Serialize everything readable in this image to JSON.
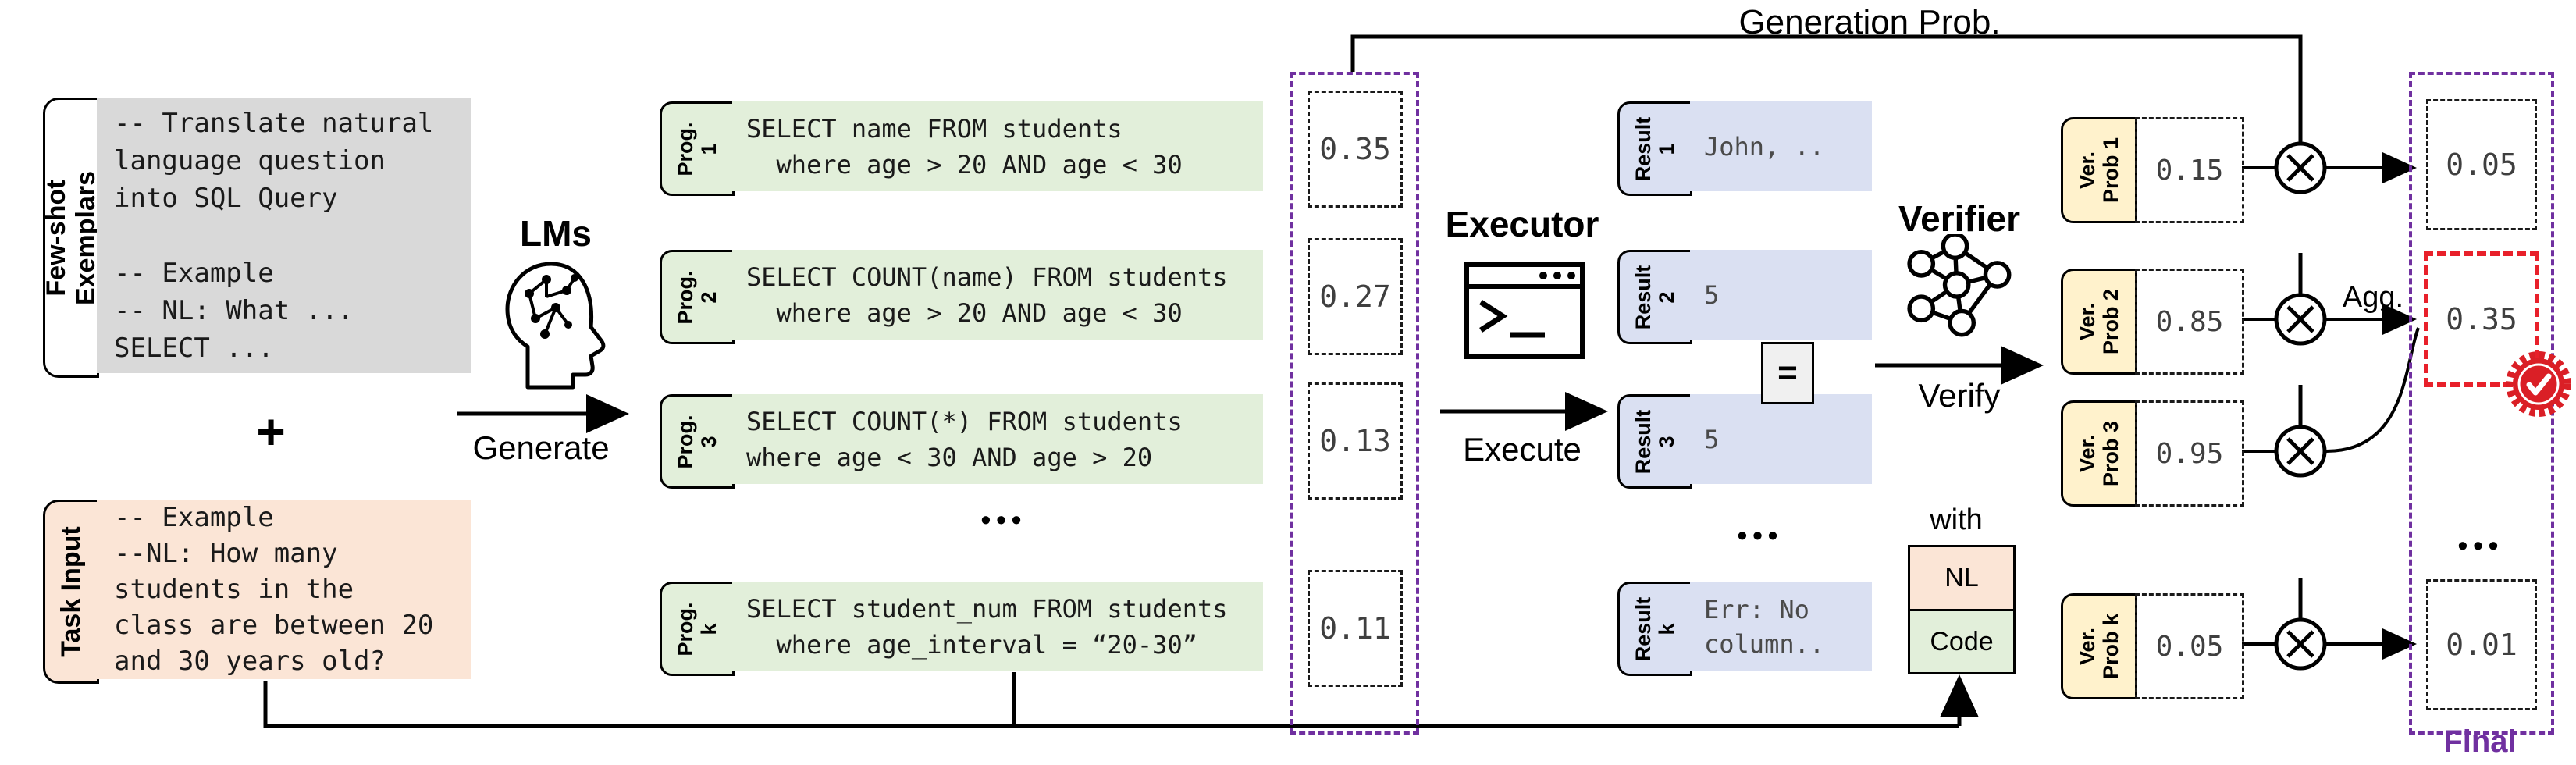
{
  "colors": {
    "purple_accent": "#7030a0",
    "red_highlight": "#e8202a",
    "exemplar_gray": "#d9d9d9",
    "task_peach": "#fbe5d6",
    "program_green": "#e2efda",
    "result_lavender": "#dae0f2",
    "verifier_yellow": "#fff2cc"
  },
  "top": {
    "generation_prob_label": "Generation Prob.",
    "agg_label": "Agg.",
    "final_score_label": "Final Score"
  },
  "exemplars": {
    "tab": "Few-shot\nExemplars",
    "text": "-- Translate natural\nlanguage question\ninto SQL Query\n\n-- Example\n-- NL: What ...\nSELECT ..."
  },
  "plus_sign": "+",
  "task_input": {
    "tab": "Task Input",
    "text": "-- Example\n--NL: How many\nstudents in the\nclass are between 20\nand 30 years old?"
  },
  "lms": {
    "title": "LMs",
    "action": "Generate"
  },
  "executor": {
    "title": "Executor",
    "action": "Execute"
  },
  "verifier": {
    "title": "Verifier",
    "action": "Verify",
    "with_label": "with",
    "nl_label": "NL",
    "code_label": "Code"
  },
  "programs": [
    {
      "tab": "Prog.\n1",
      "code": "SELECT name FROM students\n  where age > 20 AND age < 30"
    },
    {
      "tab": "Prog.\n2",
      "code": "SELECT COUNT(name) FROM students\n  where age > 20 AND age < 30"
    },
    {
      "tab": "Prog.\n3",
      "code": "SELECT COUNT(*) FROM students\nwhere age < 30 AND age > 20"
    },
    {
      "tab": "Prog.\nk",
      "code": "SELECT student_num FROM students\n  where age_interval = “20-30”"
    }
  ],
  "programs_ellipsis": "•••",
  "generation_probs": [
    "0.35",
    "0.27",
    "0.13",
    "0.11"
  ],
  "results": [
    {
      "tab": "Result\n1",
      "text": "John, .."
    },
    {
      "tab": "Result\n2",
      "text": "5"
    },
    {
      "tab": "Result\n3",
      "text": "5"
    },
    {
      "tab": "Result\nk",
      "text": "Err: No\ncolumn.."
    }
  ],
  "results_ellipsis": "•••",
  "equals_sign": "=",
  "verification_probs": [
    {
      "tab": "Ver.\nProb 1",
      "value": "0.15"
    },
    {
      "tab": "Ver.\nProb 2",
      "value": "0.85"
    },
    {
      "tab": "Ver.\nProb 3",
      "value": "0.95"
    },
    {
      "tab": "Ver.\nProb k",
      "value": "0.05"
    }
  ],
  "final_scores": {
    "s1": "0.05",
    "s2": "0.35",
    "sk": "0.01",
    "ellipsis": "•••"
  }
}
